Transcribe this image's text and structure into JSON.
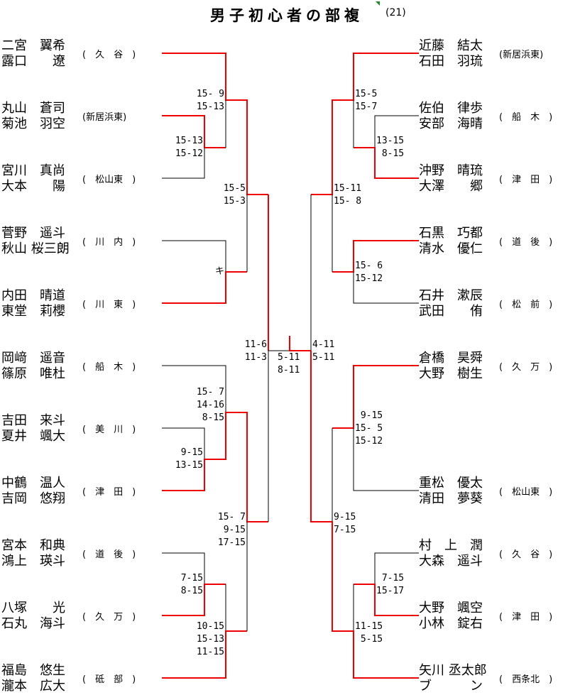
{
  "header": {
    "title": "男子初心者の部複",
    "count": "(21)"
  },
  "colors": {
    "winner_line": "#ee0000",
    "line": "#000000",
    "corner_mark": "#1f8a1f"
  },
  "left_entries": [
    {
      "players": [
        "二宮　翼希",
        "露口　　遼"
      ],
      "club": "(　久　谷　)",
      "win": true
    },
    {
      "players": [
        "丸山　蒼司",
        "菊池　羽空"
      ],
      "club": "(新居浜東)",
      "win": true
    },
    {
      "players": [
        "宮川　真尚",
        "大本　　陽"
      ],
      "club": "(　松山東　)",
      "win": false
    },
    {
      "players": [
        "菅野　遥斗",
        "秋山 桜三朗"
      ],
      "club": "(　川　内　)",
      "win": false
    },
    {
      "players": [
        "内田　晴道",
        "東堂　莉櫻"
      ],
      "club": "(　川　東　)",
      "win": true
    },
    {
      "players": [
        "岡﨑　遥音",
        "篠原　唯杜"
      ],
      "club": "(　船　木　)",
      "win": false
    },
    {
      "players": [
        "吉田　来斗",
        "夏井　颯大"
      ],
      "club": "(　美　川　)",
      "win": false
    },
    {
      "players": [
        "中鶴　温人",
        "吉岡　悠翔"
      ],
      "club": "(　津　田　)",
      "win": true
    },
    {
      "players": [
        "宮本　和典",
        "鴻上　瑛斗"
      ],
      "club": "(　道　後　)",
      "win": false
    },
    {
      "players": [
        "八塚　　光",
        "石丸　海斗"
      ],
      "club": "(　久　万　)",
      "win": true
    },
    {
      "players": [
        "福島　悠生",
        "瀧本　広大"
      ],
      "club": "(　砥　部　)",
      "win": true
    }
  ],
  "right_entries": [
    {
      "players": [
        "近藤　結太",
        "石田　羽琉"
      ],
      "club": "(新居浜東)",
      "win": true
    },
    {
      "players": [
        "佐伯　律歩",
        "安部　海晴"
      ],
      "club": "(　船　木　)",
      "win": false
    },
    {
      "players": [
        "沖野　晴琉",
        "大澤　　郷"
      ],
      "club": "(　津　田　)",
      "win": true
    },
    {
      "players": [
        "石黒　巧都",
        "清水　優仁"
      ],
      "club": "(　道　後　)",
      "win": true
    },
    {
      "players": [
        "石井　漱辰",
        "武田　　侑"
      ],
      "club": "(　松　前　)",
      "win": false
    },
    {
      "players": [
        "倉橋　昊舜",
        "大野　樹生"
      ],
      "club": "(　久　万　)",
      "win": true
    },
    {
      "players": [
        "重松　優太",
        "清田　夢葵"
      ],
      "club": "(　松山東　)",
      "win": false
    },
    {
      "players": [
        "村　上　潤",
        "大森　遥斗"
      ],
      "club": "(　久　谷　)",
      "win": false
    },
    {
      "players": [
        "大野　颯空",
        "小林　錠右"
      ],
      "club": "(　津　田　)",
      "win": true
    },
    {
      "players": [
        "矢川 丞太郎",
        "ブ　　　ン"
      ],
      "club": "(　西条北　)",
      "win": true
    }
  ],
  "scores": {
    "l_r1_a": [
      "15-13",
      "15-12"
    ],
    "l_r2_a": [
      "15- 9",
      "15-13"
    ],
    "l_r2_b": [
      "キ"
    ],
    "l_r3_a": [
      "15-5",
      "15-3"
    ],
    "l_r1_b": [
      "9-15",
      "13-15"
    ],
    "l_r2_c": [
      "15- 7",
      "14-16",
      "8-15"
    ],
    "l_r1_c": [
      "7-15",
      "8-15"
    ],
    "l_r2_d": [
      "10-15",
      "15-13",
      "11-15"
    ],
    "l_r3_b": [
      "15- 7",
      "9-15",
      "17-15"
    ],
    "l_semi": [
      "11-6",
      "11-3"
    ],
    "final": [
      "5-11",
      "8-11"
    ],
    "r_semi": [
      "4-11",
      "5-11"
    ],
    "r_r1_a": [
      "13-15",
      " 8-15"
    ],
    "r_r2_a": [
      "15-5",
      "15-7"
    ],
    "r_r2_b": [
      "15- 6",
      "15-12"
    ],
    "r_r3_a": [
      "15-11",
      "15- 8"
    ],
    "r_r2_c": [
      " 9-15",
      "15- 5",
      "15-12"
    ],
    "r_r1_b": [
      " 7-15",
      "15-17"
    ],
    "r_r2_d": [
      "11-15",
      " 5-15"
    ],
    "r_r3_b": [
      "9-15",
      "7-15"
    ]
  }
}
